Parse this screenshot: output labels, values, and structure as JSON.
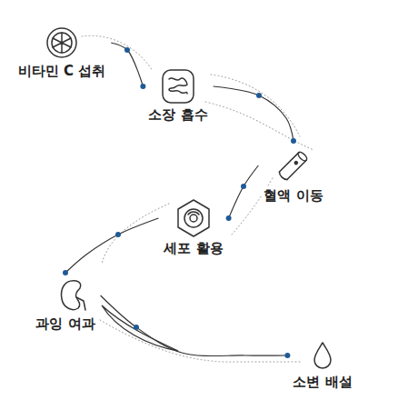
{
  "diagram": {
    "nodes": [
      {
        "text": [
          "비타민 C 섭취"
        ]
      },
      {
        "text": [
          "소장 흡수"
        ]
      },
      {
        "text": [
          "혈액 이동"
        ]
      },
      {
        "text": [
          "세포 활용"
        ]
      },
      {
        "text": [
          "과잉 여과"
        ]
      },
      {
        "text": [
          "소변 배설"
        ]
      }
    ],
    "edges": [
      {
        "from": 0,
        "to": 1,
        "arrow": "none"
      },
      {
        "from": 1,
        "to": 2,
        "arrow": "none"
      },
      {
        "from": 2,
        "to": 3,
        "arrow": "none"
      },
      {
        "from": 3,
        "to": 4,
        "arrow": "none"
      },
      {
        "from": 4,
        "to": 5,
        "arrow": "none"
      }
    ]
  }
}
